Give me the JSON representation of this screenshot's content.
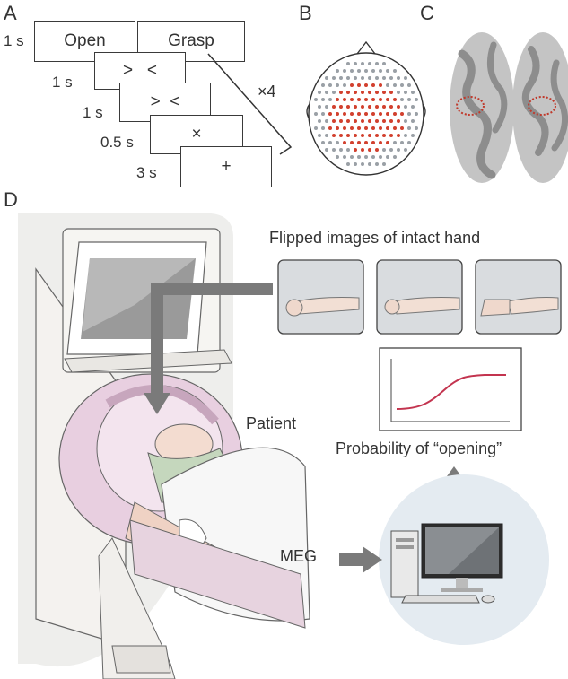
{
  "panels": {
    "a": "A",
    "b": "B",
    "c": "C",
    "d": "D"
  },
  "paradigm": {
    "cue_open": "Open",
    "cue_grasp": "Grasp",
    "t1": "1 s",
    "t2": "1 s",
    "t3": "1 s",
    "t4": "0.5 s",
    "t5": "3 s",
    "stim1": ">   <",
    "stim2": ">  <",
    "fixation_x": "×",
    "fixation_plus": "+",
    "repeat": "×4"
  },
  "setup": {
    "flipped_title": "Flipped images of intact hand",
    "patient_label": "Patient",
    "meg_label": "MEG",
    "prob_label": "Probability of “opening”"
  },
  "colors": {
    "sensor_red": "#d2402e",
    "sensor_gray": "#9aa0a6",
    "accent_pink": "#e8cfe0",
    "arrow_gray": "#7a7a7a"
  }
}
